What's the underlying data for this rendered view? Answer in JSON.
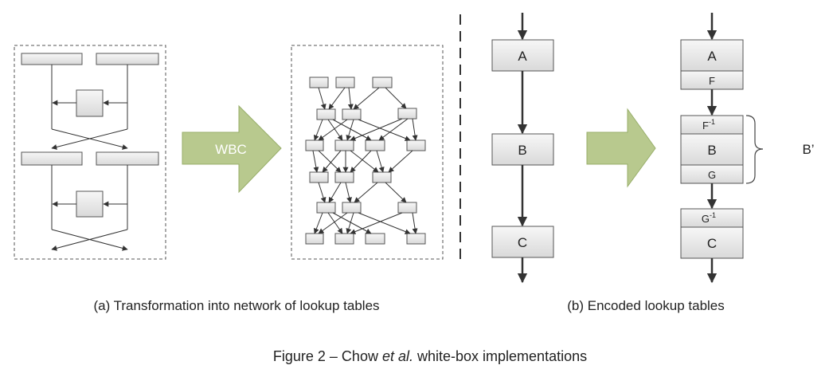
{
  "colors": {
    "arrow_fill": "#B8C98E",
    "arrow_stroke": "#98AE6A",
    "box_light": "#F7F7F7",
    "box_dark": "#D9D9D9",
    "line": "#333333"
  },
  "panel_a": {
    "arrow_label": "WBC",
    "caption": "(a) Transformation into network of lookup tables"
  },
  "panel_b": {
    "left_chain": {
      "top": "A",
      "middle": "B",
      "bottom": "C"
    },
    "right_chain": {
      "a_main": "A",
      "a_sub": "F",
      "b_top": "F",
      "b_top_sup": "-1",
      "b_main": "B",
      "b_bottom": "G",
      "c_top": "G",
      "c_top_sup": "-1",
      "c_main": "C"
    },
    "brace_label": "B’",
    "caption": "(b) Encoded lookup tables"
  },
  "figure_caption": {
    "prefix": "Figure 2 – Chow ",
    "italic": "et al.",
    "suffix": " white-box implementations"
  }
}
